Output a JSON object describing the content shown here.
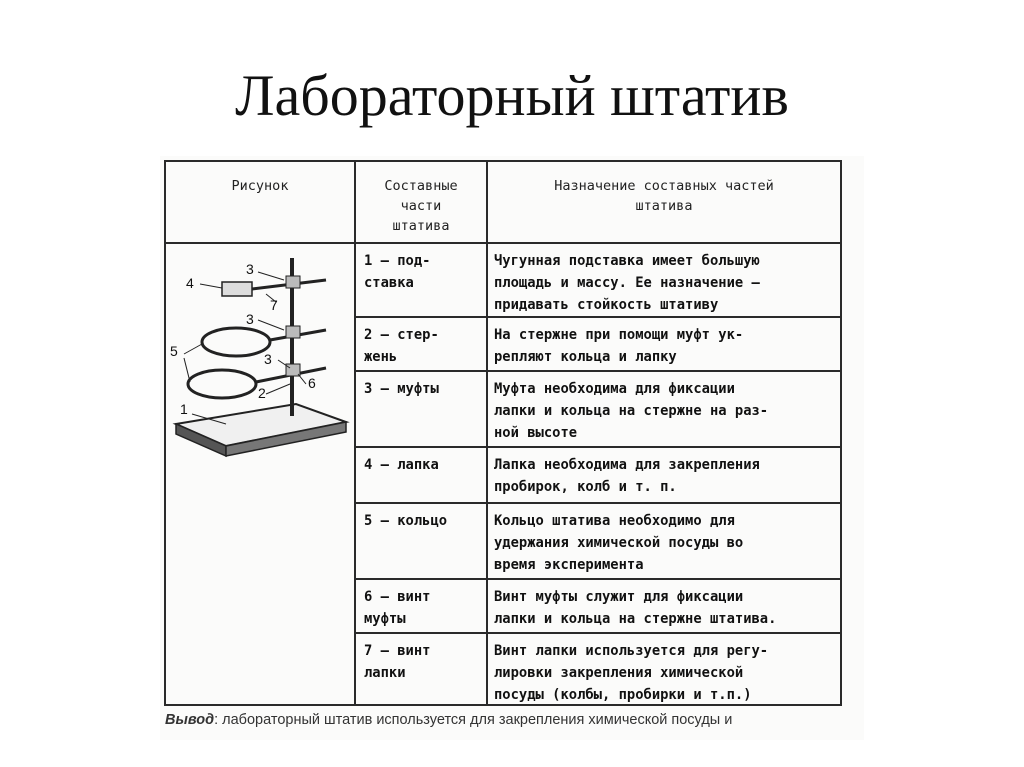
{
  "title": "Лабораторный штатив",
  "table": {
    "headers": {
      "picture": "Рисунок",
      "parts": "Составные\nчасти\nштатива",
      "purpose": "Назначение составных частей\nштатива"
    },
    "rows": [
      {
        "part": "1 — под-\nставка",
        "purpose": "Чугунная подставка имеет большую\nплощадь и массу. Ее назначение —\nпридавать стойкость штативу"
      },
      {
        "part": "2 — стер-\nжень",
        "purpose": "На стержне при помощи муфт ук-\nрепляют кольца и лапку"
      },
      {
        "part": "3 — муфты",
        "purpose": "Муфта необходима для фиксации\nлапки и кольца на стержне на раз-\nной высоте"
      },
      {
        "part": "4 — лапка",
        "purpose": "Лапка необходима для закрепления\nпробирок, колб и т. п."
      },
      {
        "part": "5 — кольцо",
        "purpose": "Кольцо штатива необходимо для\nудержания химической посуды во\nвремя эксперимента"
      },
      {
        "part": "6 — винт\nмуфты",
        "purpose": "Винт муфты служит для фиксации\nлапки и кольца на стержне штатива."
      },
      {
        "part": "7 — винт\nлапки",
        "purpose": "Винт лапки используется для регу-\nлировки закрепления химической\nпосуды (колбы, пробирки и т.п.)"
      }
    ]
  },
  "figure_labels": [
    "1",
    "2",
    "3",
    "3",
    "3",
    "4",
    "5",
    "6",
    "7"
  ],
  "conclusion": {
    "label": "Вывод",
    "text": ": лабораторный штатив используется для закрепления химической посуды и"
  }
}
